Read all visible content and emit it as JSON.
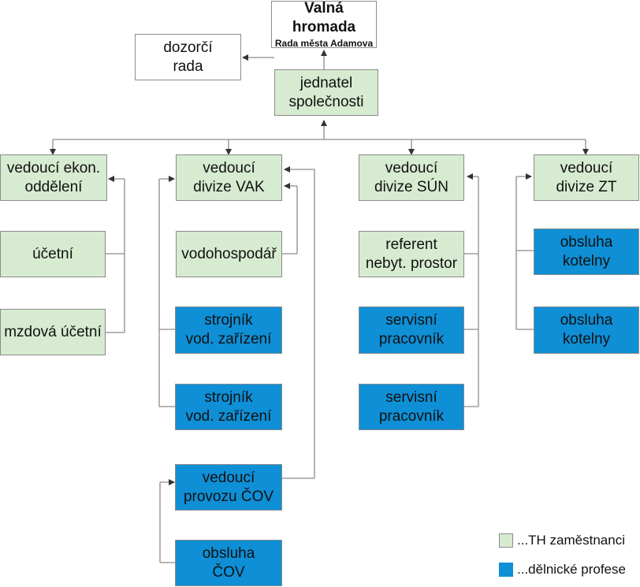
{
  "colors": {
    "th": "#d6ebd0",
    "delnicke": "#0e8fd6",
    "line": "#8c8c8c"
  },
  "top": {
    "title": "Valná hromada",
    "subtitle": "Rada města Adamova"
  },
  "dozorci": {
    "line1": "dozorčí",
    "line2": "rada"
  },
  "jednatel": {
    "line1": "jednatel",
    "line2": "společnosti"
  },
  "ekon": {
    "head": {
      "line1": "vedoucí ekon.",
      "line2": "oddělení"
    },
    "ucetni": "účetní",
    "mzdova": "mzdová účetní"
  },
  "vak": {
    "head": {
      "line1": "vedoucí",
      "line2": "divize VAK"
    },
    "vodohospodar": "vodohospodář",
    "strojnik1": {
      "line1": "strojník",
      "line2": "vod. zařízení"
    },
    "strojnik2": {
      "line1": "strojník",
      "line2": "vod. zařízení"
    },
    "vedouci_cov": {
      "line1": "vedoucí",
      "line2": "provozu ČOV"
    },
    "obsluha_cov": {
      "line1": "obsluha",
      "line2": "ČOV"
    }
  },
  "sun": {
    "head": {
      "line1": "vedoucí",
      "line2": "divize SÚN"
    },
    "referent": {
      "line1": "referent",
      "line2": "nebyt. prostor"
    },
    "servis1": {
      "line1": "servisní",
      "line2": "pracovník"
    },
    "servis2": {
      "line1": "servisní",
      "line2": "pracovník"
    }
  },
  "zt": {
    "head": {
      "line1": "vedoucí",
      "line2": "divize ZT"
    },
    "kotelny1": {
      "line1": "obsluha",
      "line2": "kotelny"
    },
    "kotelny2": {
      "line1": "obsluha",
      "line2": "kotelny"
    }
  },
  "legend": {
    "th": "...TH zaměstnanci",
    "delnicke": "...dělnické profese"
  }
}
